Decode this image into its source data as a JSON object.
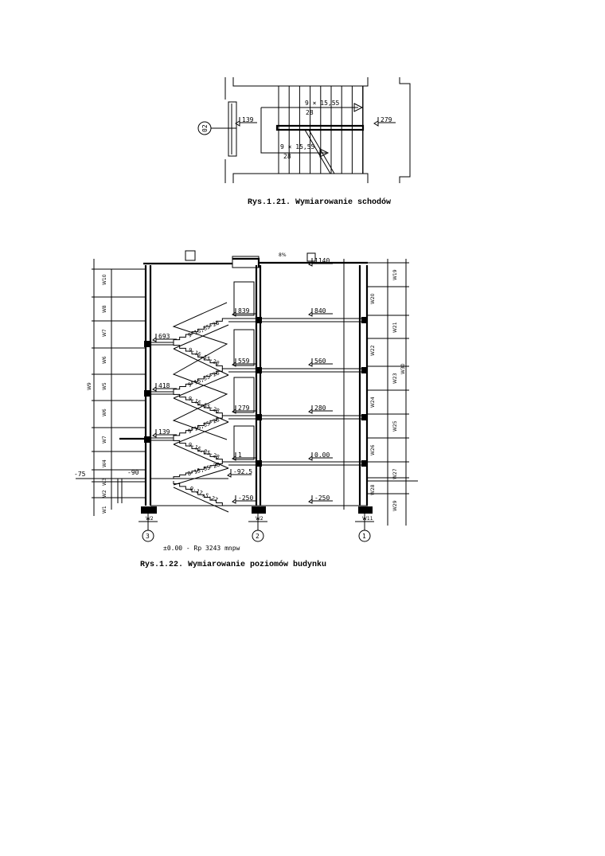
{
  "figure_1": {
    "caption": "Rys.1.21. Wymiarowanie schodów",
    "axis_label": "02",
    "level_left": "139",
    "level_right": "279",
    "flight_upper": "9 × 15,55",
    "flight_upper_tread": "28",
    "flight_lower": "9 × 15,55",
    "flight_lower_tread": "28"
  },
  "figure_2": {
    "caption": "Rys.1.22. Wymiarowanie poziomów budynku",
    "datum_note": "±0.00 - Rp 3243 mnpw",
    "roof_slope": "8%",
    "axes": [
      "3",
      "2",
      "1"
    ],
    "axis_dims": [
      "W2",
      "W2",
      "W11"
    ],
    "levels_main": [
      "1140",
      "840",
      "560",
      "280",
      "0.00",
      "-250"
    ],
    "levels_stair_core": [
      "839",
      "559",
      "279",
      "1",
      "-250"
    ],
    "levels_half_landing": [
      "693",
      "418",
      "139",
      "-92.5"
    ],
    "ground_level": "-75",
    "entrance_level": "-90",
    "flights": [
      "9·15,55·28",
      "9·15,55·28",
      "9·15,55·28",
      "9·15,55·28",
      "9·15,55·28",
      "9·15,85·28",
      "8·15,55·28",
      "9·17,5·27"
    ],
    "left_dims": [
      "W10",
      "W8",
      "W7",
      "W6",
      "W5",
      "W6",
      "W7",
      "W4",
      "W3",
      "W2",
      "W1"
    ],
    "left_total": "W9",
    "right_dims": [
      "W19",
      "W20",
      "W21",
      "W22",
      "W23",
      "W24",
      "W25",
      "W26",
      "W27",
      "W28",
      "W29"
    ],
    "right_total": "W30"
  }
}
